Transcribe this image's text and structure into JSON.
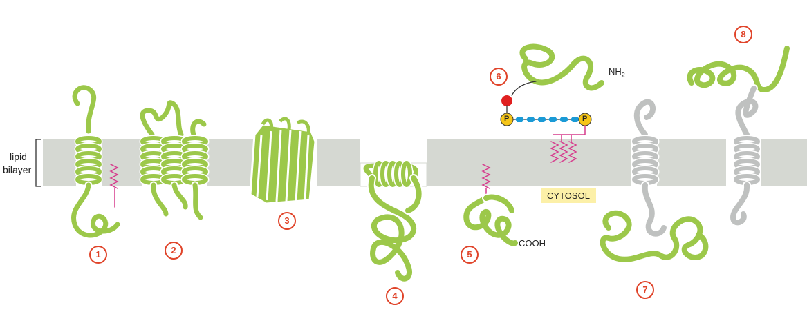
{
  "labels": {
    "bilayer_line1": "lipid",
    "bilayer_line2": "bilayer",
    "cytosol": "CYTOSOL",
    "nh2": "NH",
    "nh2_sub": "2",
    "cooh": "COOH",
    "phosphate": "P"
  },
  "proteins": [
    "1",
    "2",
    "3",
    "4",
    "5",
    "6",
    "7",
    "8"
  ],
  "colors": {
    "membrane": "#d5d8d2",
    "protein": "#9cc84a",
    "protein_outline": "#ffffff",
    "gray_protein": "#bfc1c0",
    "number": "#e0442a",
    "lipid_tail": "#d63a8c",
    "phosphate": "#f5c518",
    "sugar": "#1a9ad6",
    "anchor_dot": "#e02020",
    "cytosol_bg": "#fcf0a8"
  },
  "icons": [
    "transmembrane-helix-icon",
    "beta-barrel-icon",
    "lipid-anchor-icon",
    "gpi-anchor-icon"
  ]
}
